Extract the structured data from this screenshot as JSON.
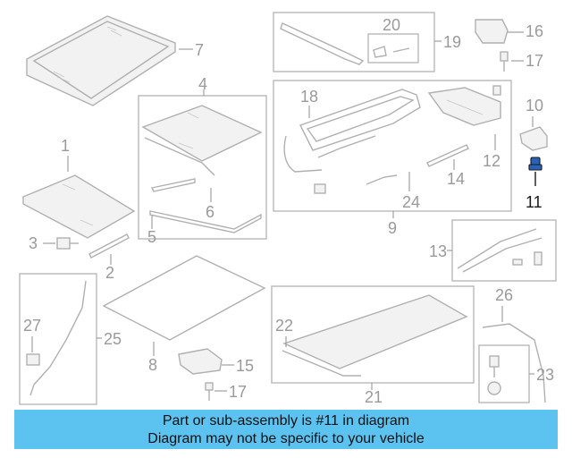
{
  "diagram": {
    "callouts": {
      "c1": "1",
      "c2": "2",
      "c3": "3",
      "c4": "4",
      "c5": "5",
      "c6": "6",
      "c7": "7",
      "c8": "8",
      "c9": "9",
      "c10": "10",
      "c11": "11",
      "c12": "12",
      "c13": "13",
      "c14": "14",
      "c15": "15",
      "c16": "16",
      "c17a": "17",
      "c17b": "17",
      "c18": "18",
      "c19": "19",
      "c20": "20",
      "c21": "21",
      "c22": "22",
      "c23": "23",
      "c24": "24",
      "c25": "25",
      "c26": "26",
      "c27": "27"
    },
    "highlighted_part": "11",
    "colors": {
      "highlight": "#2a62b8",
      "banner": "#5cc3f0",
      "parts": "#b0b0b0"
    }
  },
  "banner": {
    "line1": "Part or sub-assembly is #11 in diagram",
    "line2": "Diagram may not be specific to your vehicle"
  }
}
